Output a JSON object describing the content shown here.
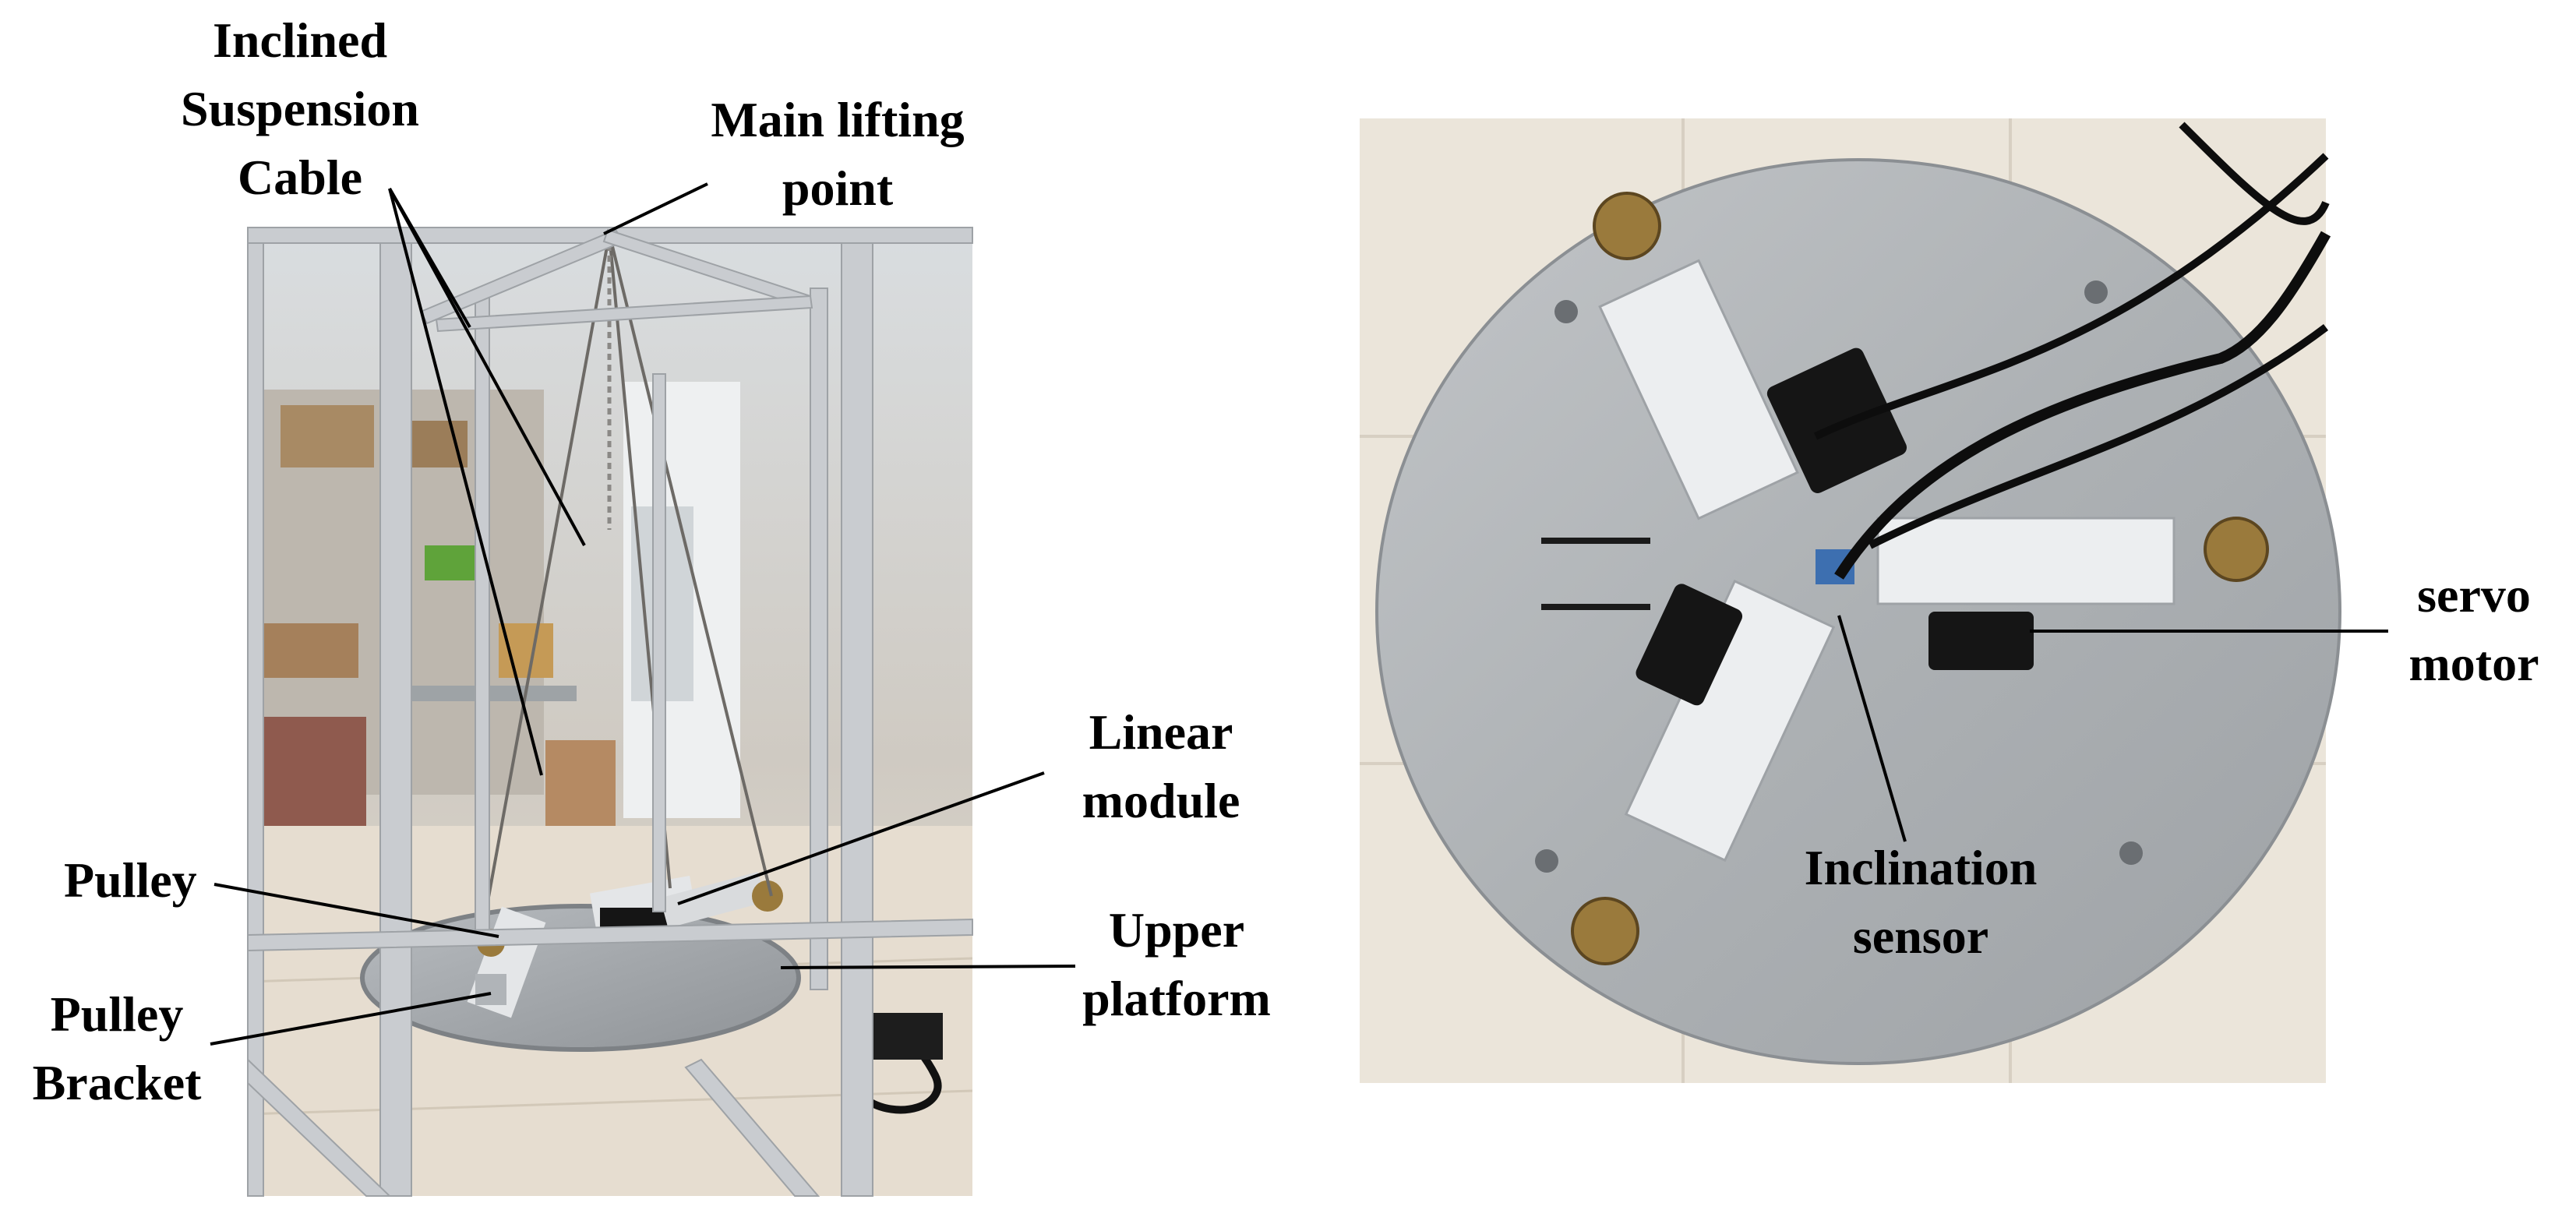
{
  "labels": {
    "inclined_suspension_cable": "Inclined\nSuspension\nCable",
    "main_lifting_point": "Main lifting\npoint",
    "linear_module": "Linear\nmodule",
    "pulley": "Pulley",
    "upper_platform": "Upper\nplatform",
    "pulley_bracket": "Pulley\nBracket",
    "servo_motor": "servo\nmotor",
    "inclination_sensor": "Inclination\nsensor"
  },
  "colors": {
    "floor_tile": "#e8e1d6",
    "aluminum_frame": "#c9ccd0",
    "platform_metal": "#a8acb0",
    "motor_black": "#151515",
    "module_white": "#eceef0",
    "cable_black": "#0d0d0d",
    "brass_pulley": "#9a7a3c",
    "leader_line": "#000000"
  }
}
